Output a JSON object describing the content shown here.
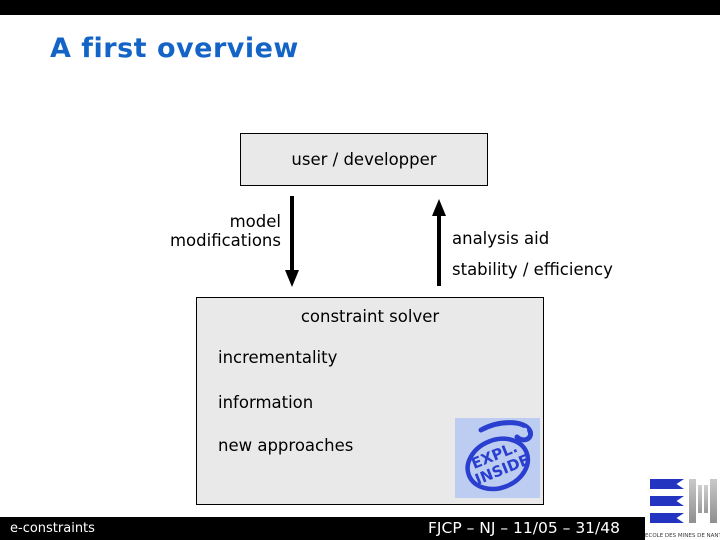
{
  "slide": {
    "title": "A first overview",
    "user_box_label": "user / developper",
    "left_flow": {
      "line1": "model",
      "line2": "modifications"
    },
    "right_flow": {
      "line1": "analysis aid",
      "line2": "stability / efficiency"
    },
    "solver_box": {
      "title": "constraint solver",
      "items": [
        "incrementality",
        "information",
        "new approaches"
      ]
    },
    "stamp": {
      "line1": "EXPL.",
      "line2": "INSIDE"
    },
    "footer": {
      "left": "e-constraints",
      "right": "FJCP – NJ – 11/05 – 31/48"
    },
    "logo_caption": "ECOLE DES MINES DE NANTES",
    "colors": {
      "title_blue": "#1464c8",
      "box_fill": "#e9e9e9",
      "box_border": "#000000",
      "stamp_bg": "#bdcdf1",
      "stamp_ink": "#2a3fd0",
      "logo_blue": "#2335c0",
      "logo_gray": "#a8a8a8",
      "bar_black": "#000000"
    }
  }
}
